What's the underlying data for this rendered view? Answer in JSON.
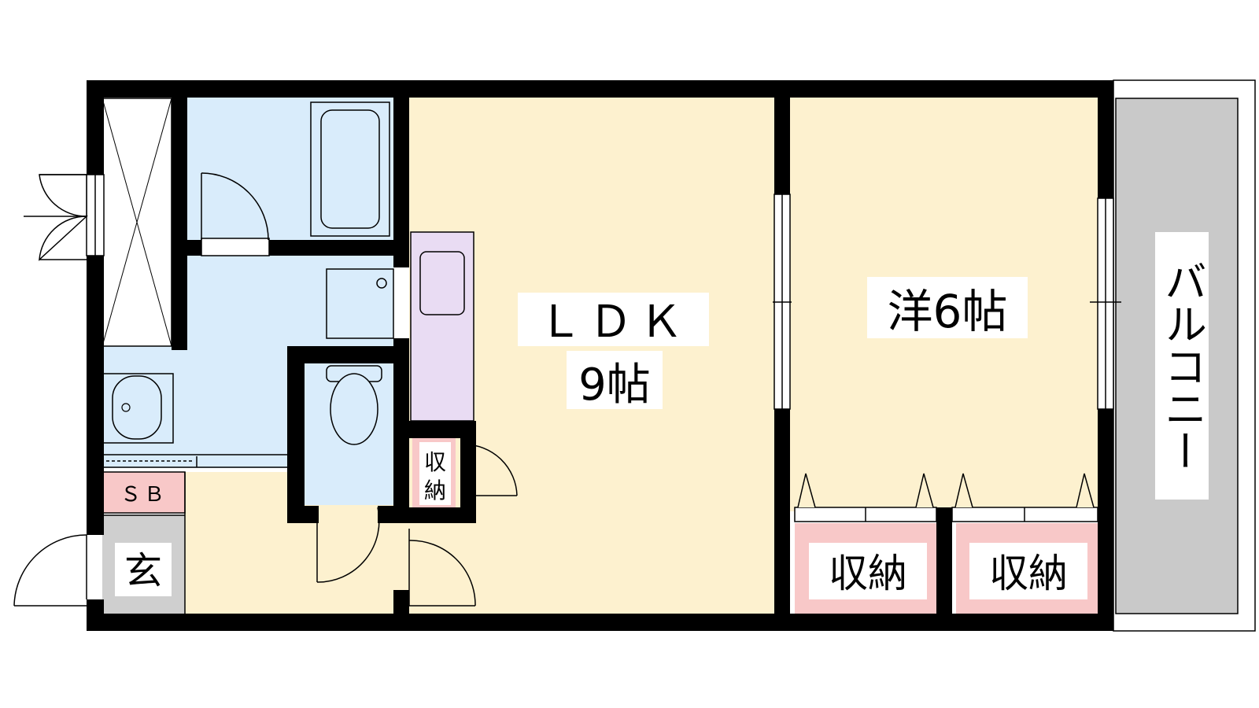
{
  "rooms": {
    "ldk_name": "ＬＤＫ",
    "ldk_size": "9帖",
    "western_room": "洋6帖",
    "balcony": "バルコニー",
    "entrance": "玄",
    "shoe_box": "ＳＢ",
    "storage_small_1": "収",
    "storage_small_2": "納",
    "storage_left": "収納",
    "storage_right": "収納"
  },
  "colors": {
    "wall": "#000000",
    "ldk_floor": "#fdf1cf",
    "wet_area": "#d9ecfb",
    "kitchen": "#e9dcf3",
    "storage": "#f8c8c8",
    "entrance_floor": "#cfcfcf",
    "balcony_floor": "#c9c9c9"
  }
}
